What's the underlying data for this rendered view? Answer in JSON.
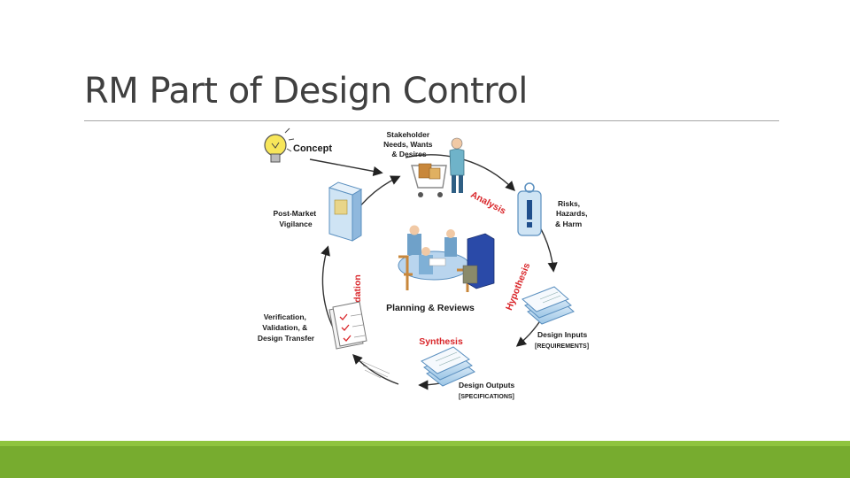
{
  "slide": {
    "title": "RM Part of Design Control"
  },
  "diagram": {
    "concept": "Concept",
    "stakeholder": [
      "Stakeholder",
      "Needs, Wants",
      "& Desires"
    ],
    "risks": [
      "Risks,",
      "Hazards,",
      "& Harm"
    ],
    "post_market": [
      "Post-Market",
      "Vigilance"
    ],
    "verification": [
      "Verification,",
      "Validation, &",
      "Design Transfer"
    ],
    "design_inputs": "Design Inputs",
    "design_inputs_sub": "[REQUIREMENTS]",
    "design_outputs": "Design Outputs",
    "design_outputs_sub": "[SPECIFICATIONS]",
    "center": "Planning & Reviews",
    "analysis": "Analysis",
    "hypothesis": "Hypothesis",
    "synthesis": "Synthesis",
    "validation": "Validation"
  },
  "colors": {
    "accent_red": "#d9262a",
    "footer_green": "#77ac2f",
    "title_gray": "#404040"
  }
}
